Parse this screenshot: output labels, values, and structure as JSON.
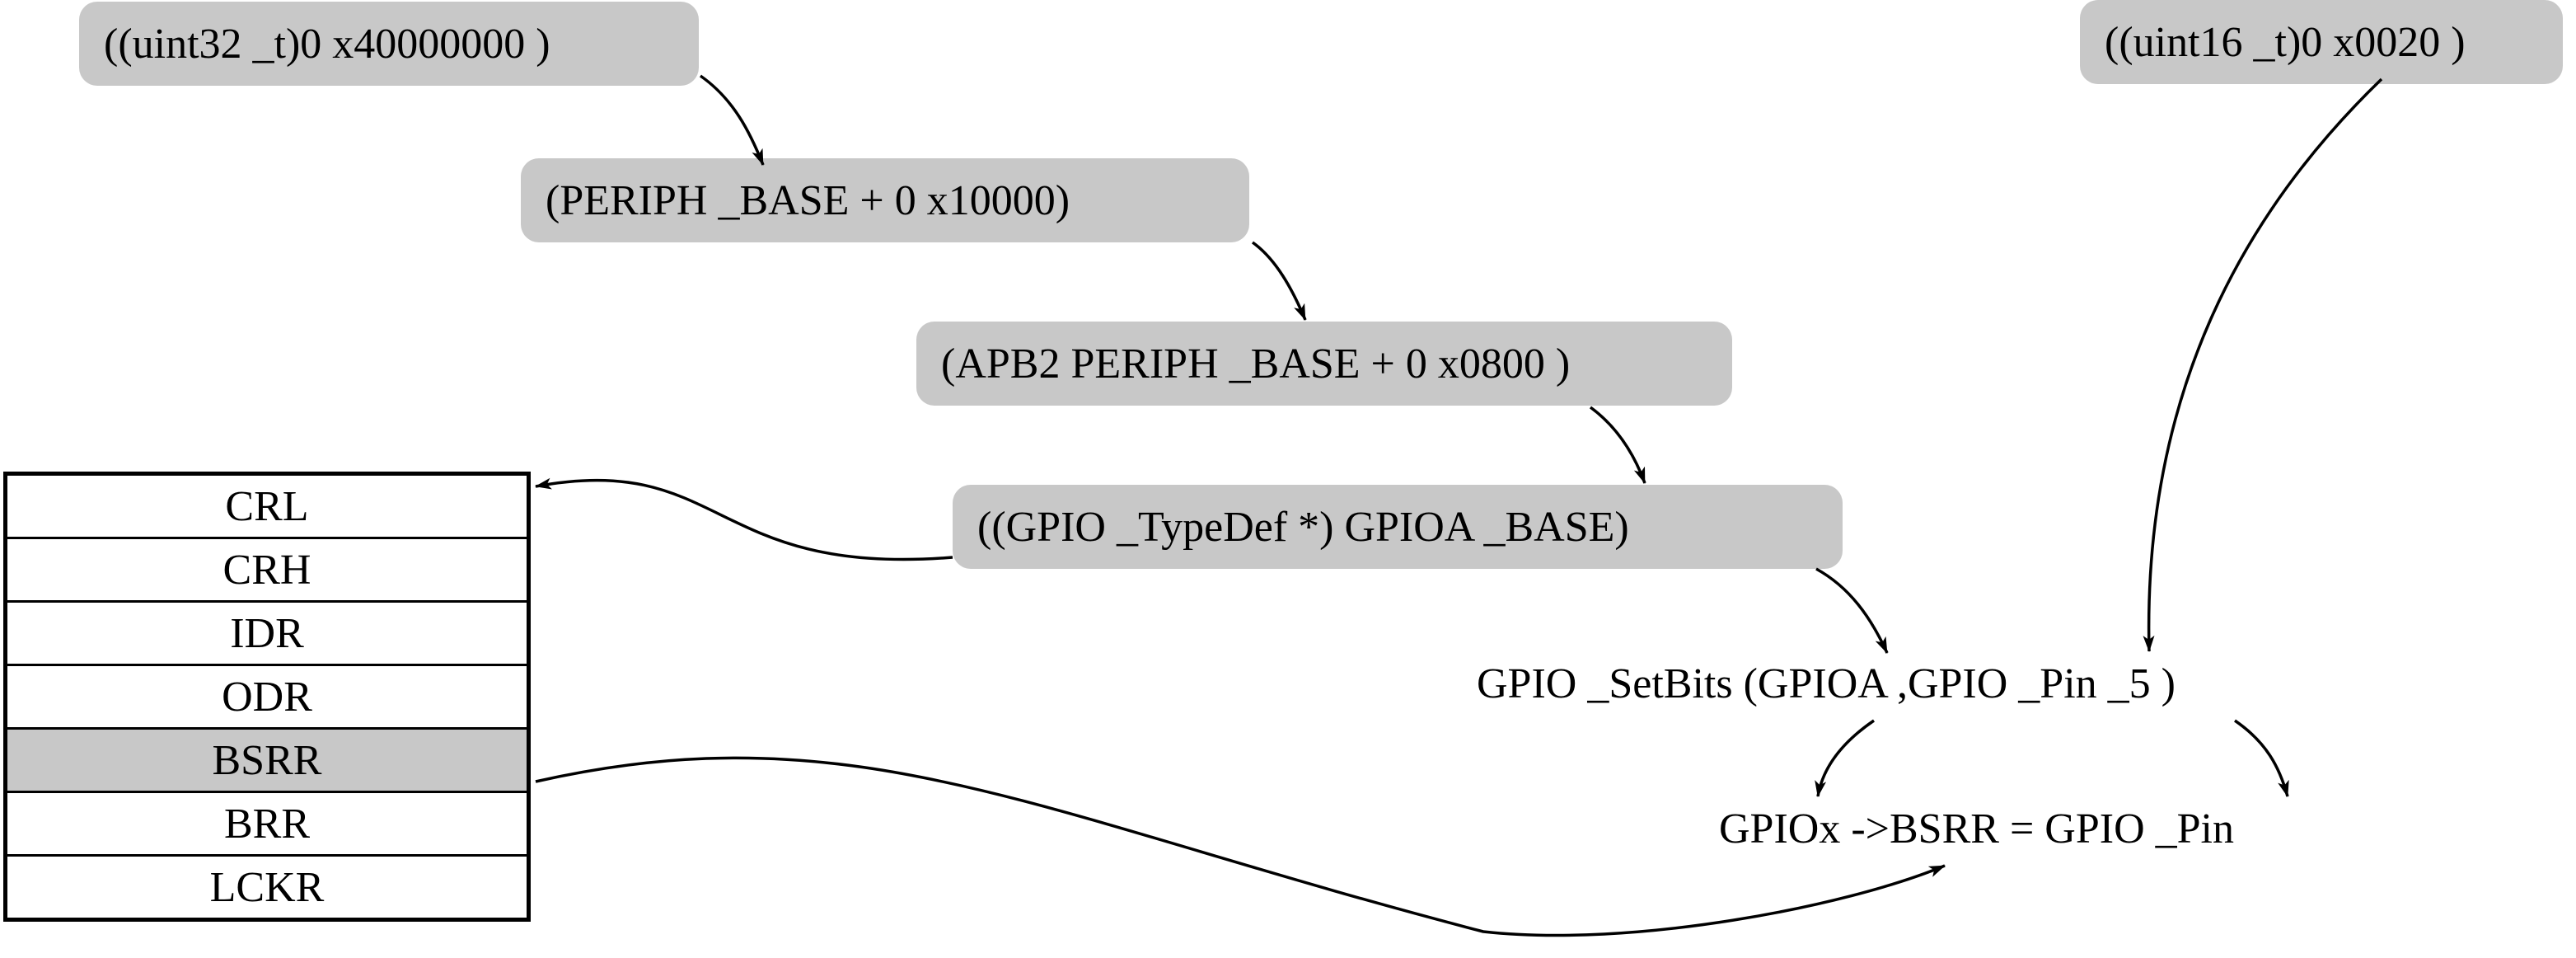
{
  "nodes": {
    "periph_value": "((uint32 _t)0 x40000000 )",
    "apb2_value": "(PERIPH _BASE + 0 x10000)",
    "gpioa_base_value": "(APB2 PERIPH _BASE + 0 x0800 )",
    "gpioa_cast": "((GPIO _TypeDef    *)  GPIOA _BASE)",
    "pin_value": "((uint16 _t)0 x0020 )",
    "setbits_call": "GPIO _SetBits (GPIOA ,GPIO _Pin _5 )",
    "bsrr_assign": "GPIOx ->BSRR = GPIO _Pin"
  },
  "registers": [
    "CRL",
    "CRH",
    "IDR",
    "ODR",
    "BSRR",
    "BRR",
    "LCKR"
  ],
  "highlighted_register": "BSRR",
  "colors": {
    "pill": "#c8c8c8",
    "highlight": "#c8c8c8",
    "line": "#000000"
  }
}
